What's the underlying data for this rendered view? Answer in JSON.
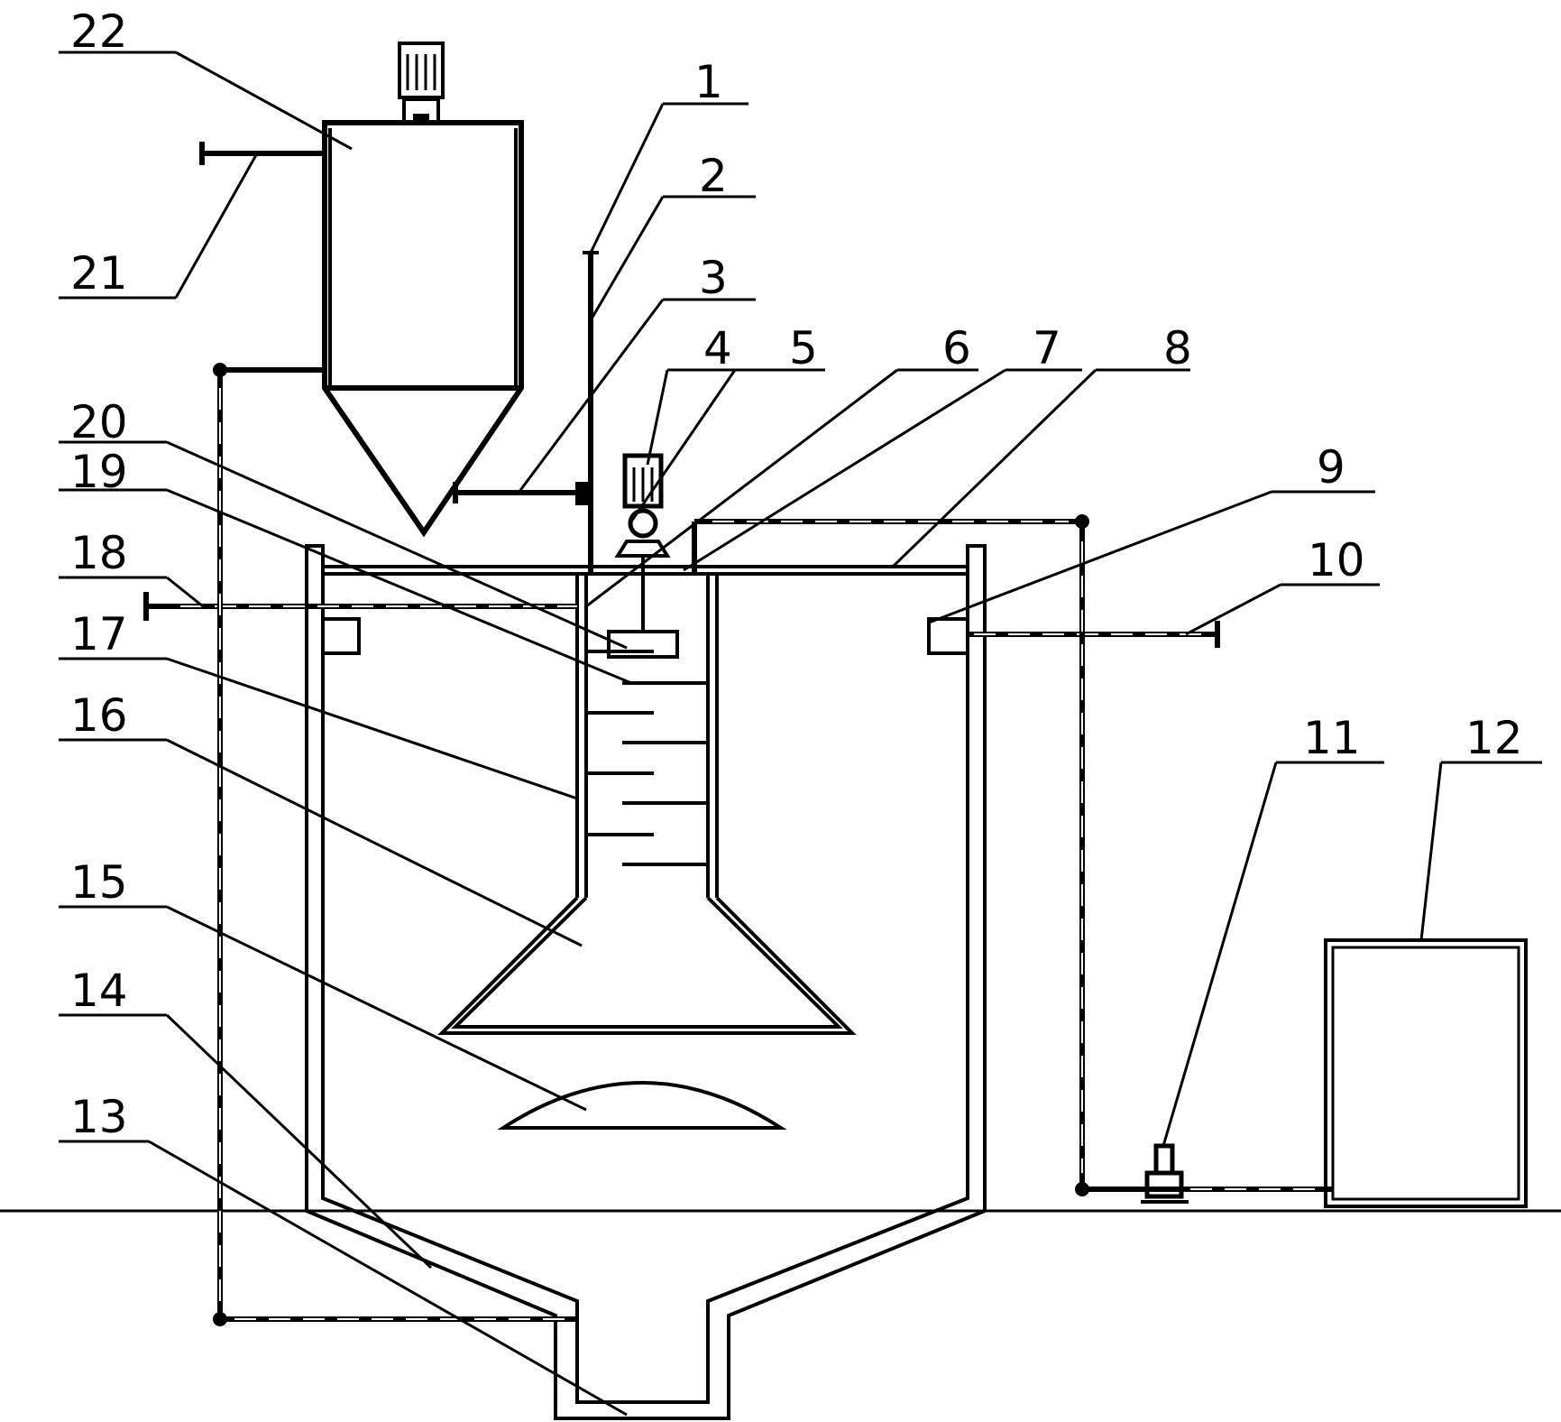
{
  "labels": [
    {
      "id": "1",
      "text": "1"
    },
    {
      "id": "2",
      "text": "2"
    },
    {
      "id": "3",
      "text": "3"
    },
    {
      "id": "4",
      "text": "4"
    },
    {
      "id": "5",
      "text": "5"
    },
    {
      "id": "6",
      "text": "6"
    },
    {
      "id": "7",
      "text": "7"
    },
    {
      "id": "8",
      "text": "8"
    },
    {
      "id": "9",
      "text": "9"
    },
    {
      "id": "10",
      "text": "10"
    },
    {
      "id": "11",
      "text": "11"
    },
    {
      "id": "12",
      "text": "12"
    },
    {
      "id": "13",
      "text": "13"
    },
    {
      "id": "14",
      "text": "14"
    },
    {
      "id": "15",
      "text": "15"
    },
    {
      "id": "16",
      "text": "16"
    },
    {
      "id": "17",
      "text": "17"
    },
    {
      "id": "18",
      "text": "18"
    },
    {
      "id": "19",
      "text": "19"
    },
    {
      "id": "20",
      "text": "20"
    },
    {
      "id": "21",
      "text": "21"
    },
    {
      "id": "22",
      "text": "22"
    }
  ],
  "colors": {
    "line": "#000000",
    "background": "#ffffff"
  }
}
